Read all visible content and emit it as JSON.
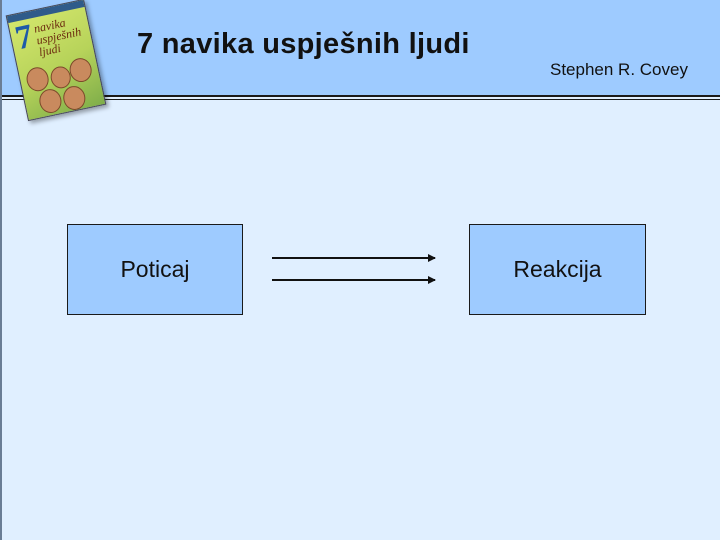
{
  "header": {
    "title": "7 navika uspješnih ljudi",
    "author": "Stephen R. Covey",
    "book_cover": {
      "number": "7",
      "title_lines": [
        "navika",
        "uspješnih",
        "ljudi"
      ]
    }
  },
  "diagram": {
    "stimulus_label": "Poticaj",
    "response_label": "Reakcija"
  },
  "colors": {
    "background": "#e0efff",
    "header": "#9ecbff",
    "box_fill": "#9ecbff"
  }
}
